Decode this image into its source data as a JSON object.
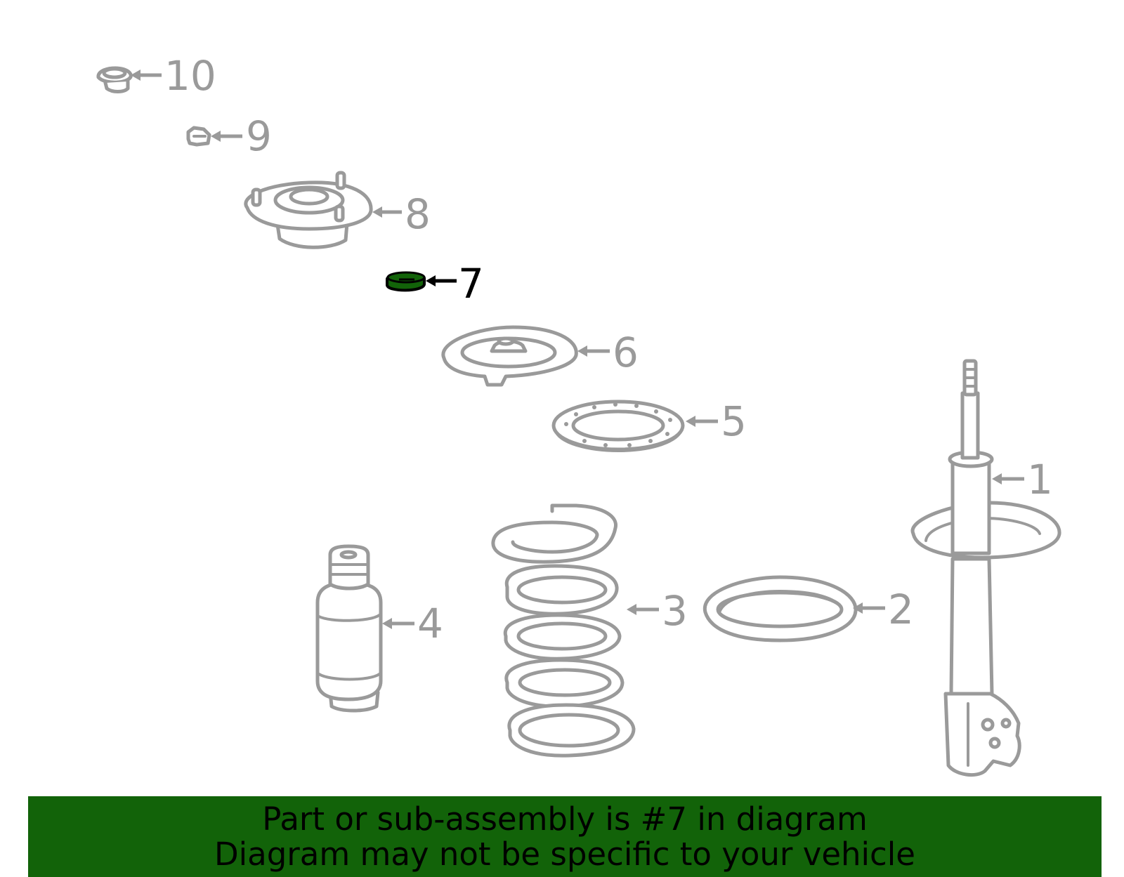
{
  "diagram": {
    "highlight_color": "#126309",
    "line_color": "#9a9a9a",
    "highlighted_part": "7",
    "callouts": [
      {
        "number": "1",
        "part": "strut"
      },
      {
        "number": "2",
        "part": "spring-insulator"
      },
      {
        "number": "3",
        "part": "coil-spring"
      },
      {
        "number": "4",
        "part": "bump-stop"
      },
      {
        "number": "5",
        "part": "upper-insulator"
      },
      {
        "number": "6",
        "part": "spring-seat"
      },
      {
        "number": "7",
        "part": "bearing"
      },
      {
        "number": "8",
        "part": "strut-mount"
      },
      {
        "number": "9",
        "part": "nut"
      },
      {
        "number": "10",
        "part": "cap"
      }
    ]
  },
  "banner": {
    "line1": "Part or sub-assembly is #7 in diagram",
    "line2": "Diagram may not be specific to your vehicle",
    "background": "#126309"
  }
}
